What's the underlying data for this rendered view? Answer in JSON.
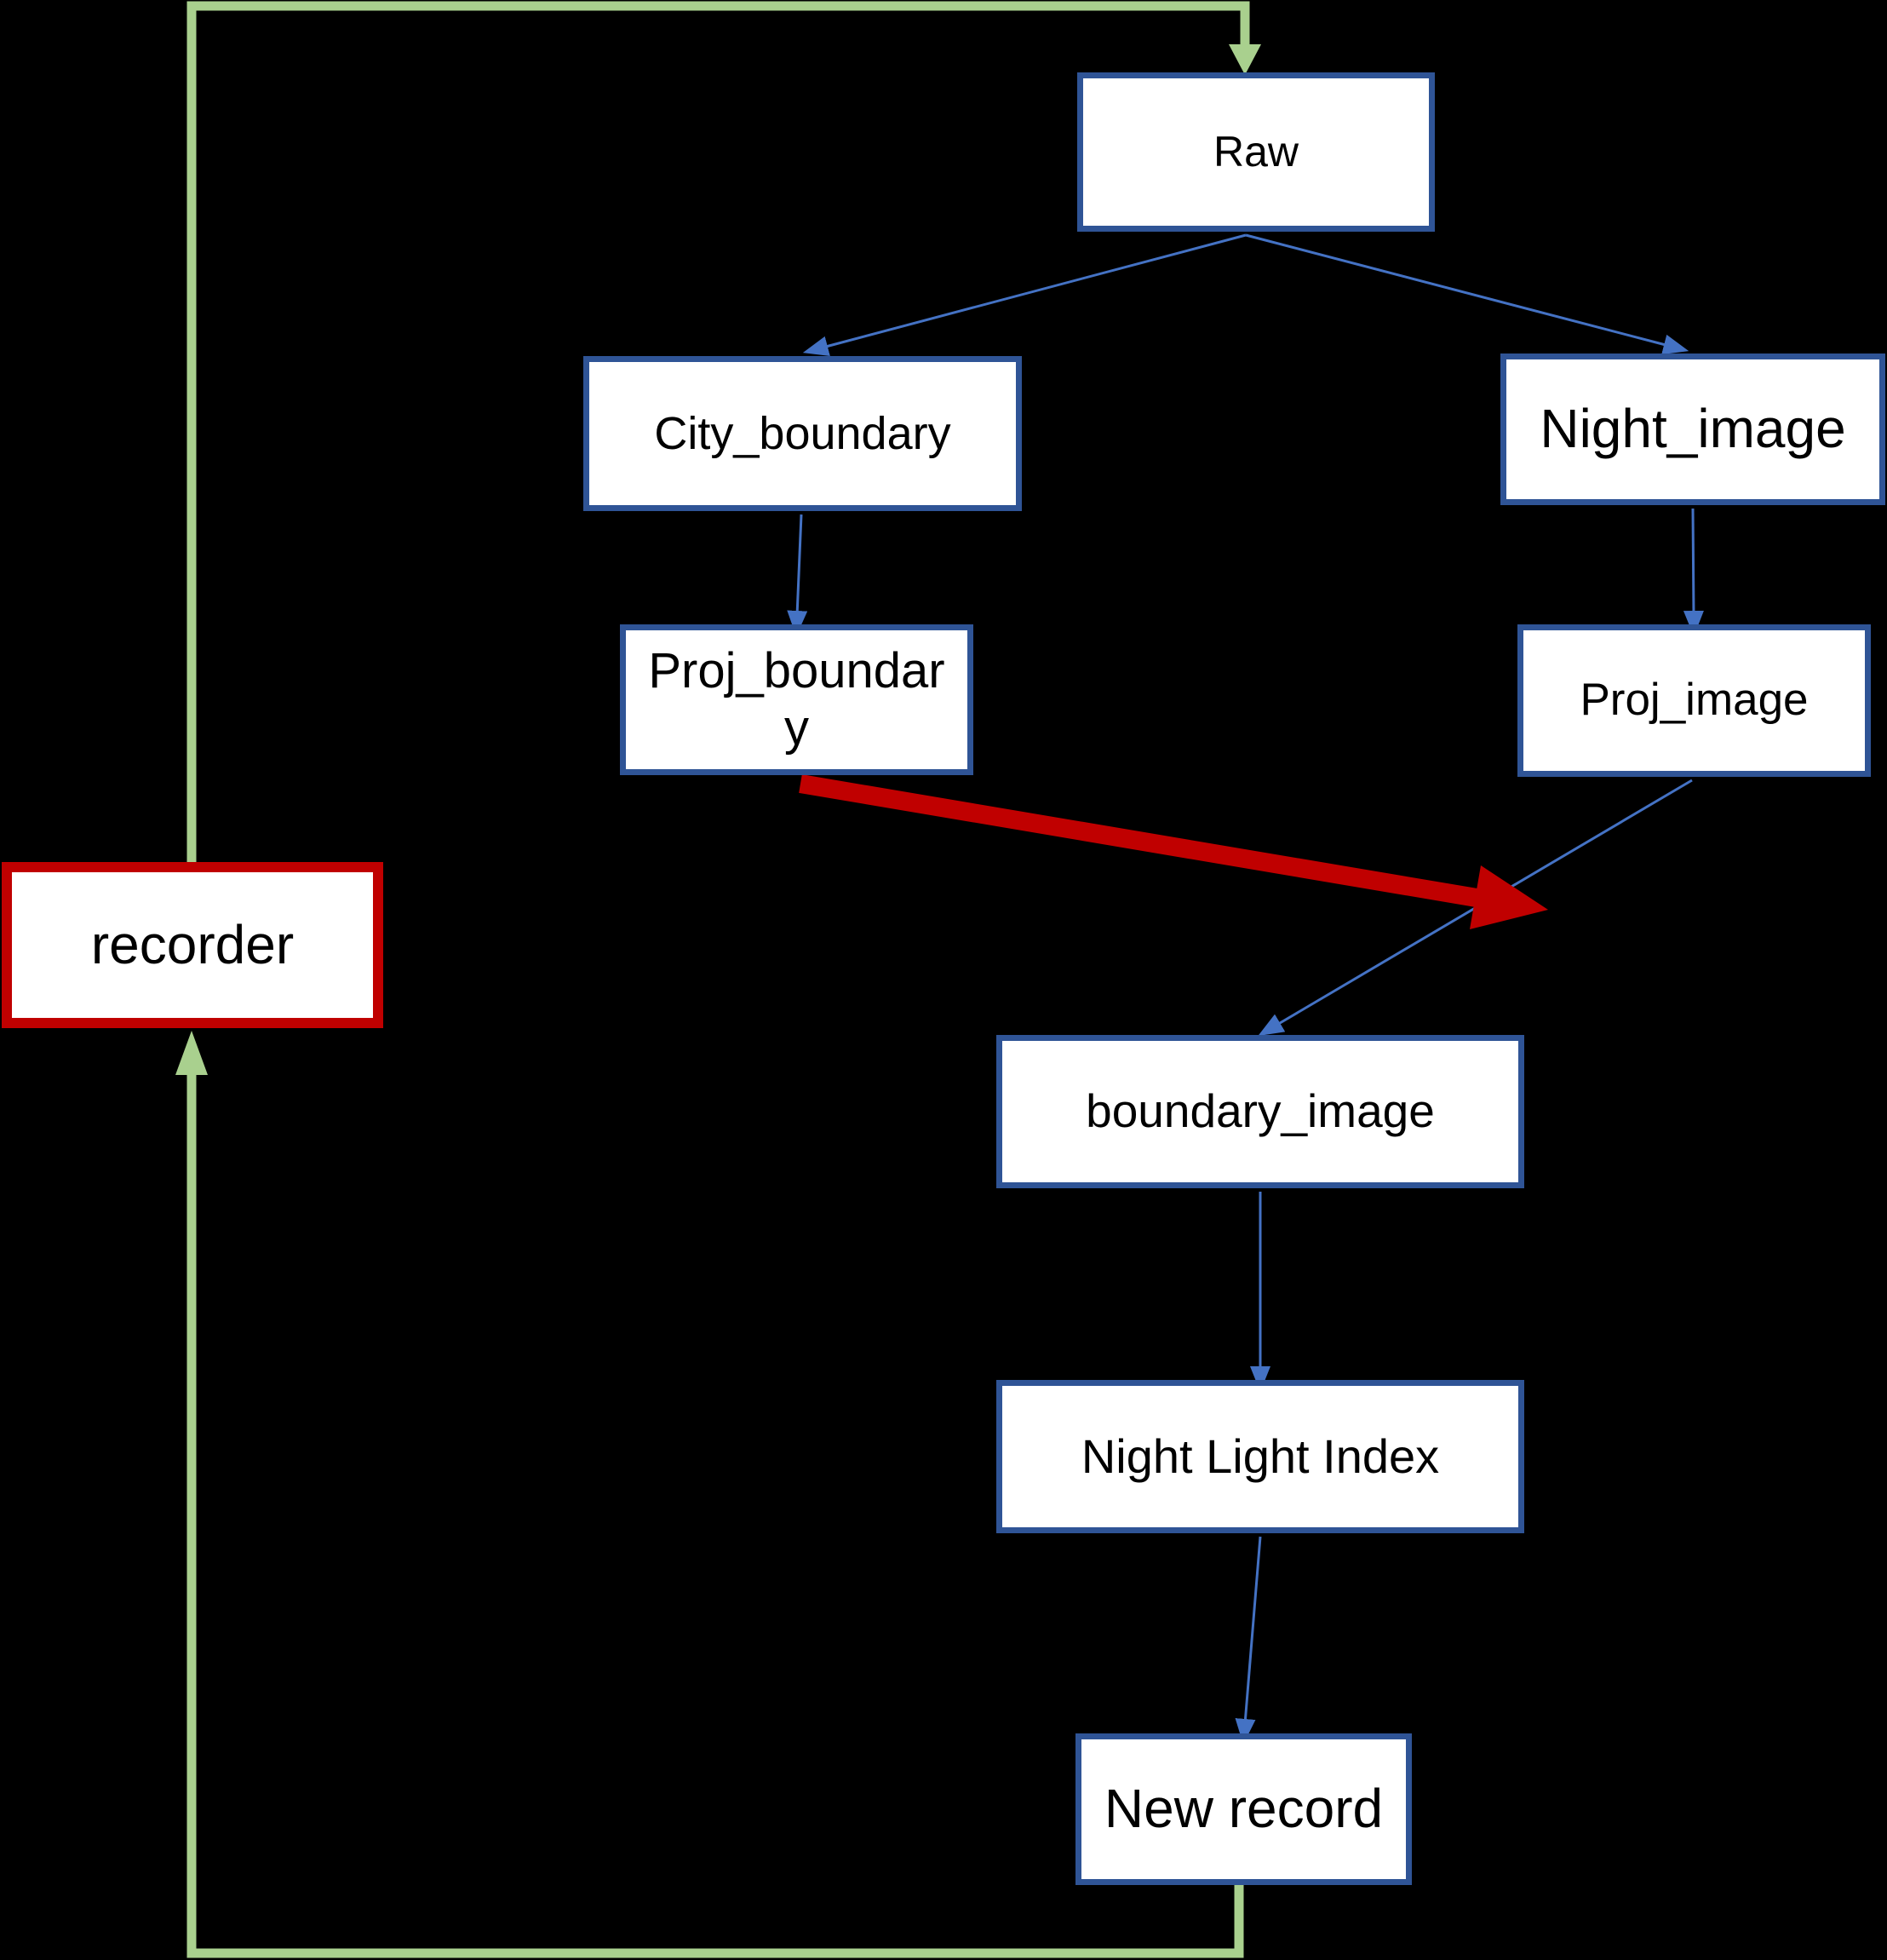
{
  "diagram": {
    "background_color": "#000000",
    "colors": {
      "node_border": "#2F5496",
      "node_fill": "#FFFFFF",
      "node_text": "#000000",
      "connector_blue": "#4472C4",
      "loop_green": "#A9D08E",
      "highlight_red": "#C00000",
      "recorder_border": "#C00000"
    },
    "nodes": {
      "raw": {
        "label": "Raw"
      },
      "city_boundary": {
        "label": "City_boundary"
      },
      "night_image": {
        "label": "Night_image"
      },
      "proj_boundary": {
        "label": "Proj_boundary"
      },
      "proj_image": {
        "label": "Proj_image"
      },
      "boundary_image": {
        "label": "boundary_image"
      },
      "night_light_index": {
        "label": "Night Light Index"
      },
      "new_record": {
        "label": "New record"
      },
      "recorder": {
        "label": "recorder"
      }
    },
    "edges": [
      {
        "from": "Raw",
        "to": "City_boundary",
        "style": "thin-blue-arrow"
      },
      {
        "from": "Raw",
        "to": "Night_image",
        "style": "thin-blue-arrow"
      },
      {
        "from": "City_boundary",
        "to": "Proj_boundary",
        "style": "thin-blue-arrow"
      },
      {
        "from": "Night_image",
        "to": "Proj_image",
        "style": "thin-blue-arrow"
      },
      {
        "from": "Proj_image",
        "to": "boundary_image",
        "style": "thin-blue-arrow"
      },
      {
        "from": "boundary_image",
        "to": "Night Light Index",
        "style": "thin-blue-arrow"
      },
      {
        "from": "Night Light Index",
        "to": "New record",
        "style": "thin-blue-arrow"
      },
      {
        "from": "Proj_boundary",
        "to": "Proj_image-boundary_image connector",
        "style": "thick-red-arrow"
      },
      {
        "from": "New record",
        "to": "recorder",
        "style": "thick-green-arrow"
      },
      {
        "from": "recorder",
        "to": "Raw",
        "style": "thick-green-arrow"
      }
    ]
  }
}
